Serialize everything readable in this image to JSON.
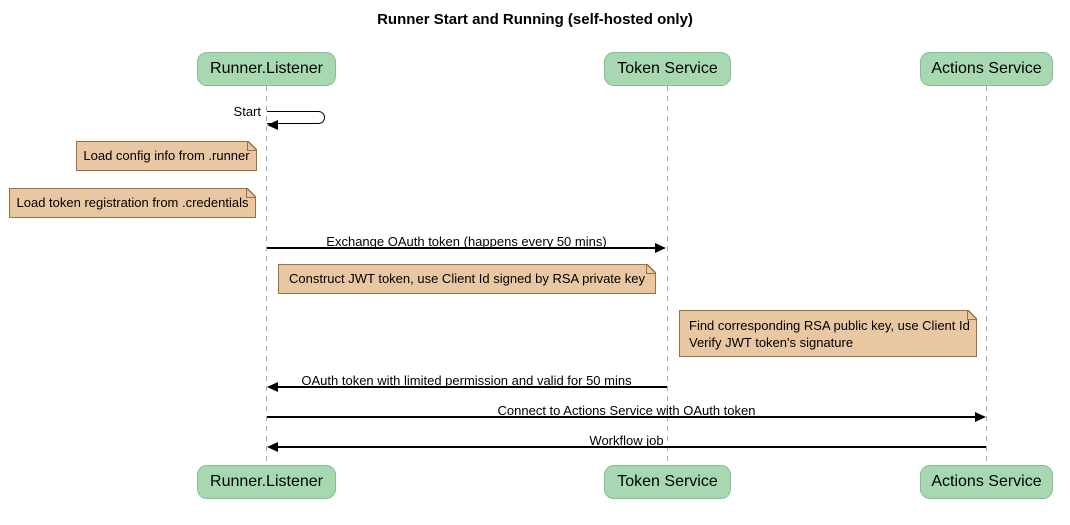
{
  "title": "Runner Start and Running (self-hosted only)",
  "participants": [
    {
      "label": "Runner.Listener"
    },
    {
      "label": "Token Service"
    },
    {
      "label": "Actions Service"
    }
  ],
  "self_message": {
    "label": "Start",
    "on": "Runner.Listener"
  },
  "messages": [
    {
      "label": "Exchange OAuth token (happens every 50 mins)",
      "from": "Runner.Listener",
      "to": "Token Service",
      "direction": "right"
    },
    {
      "label": "OAuth token with limited permission and valid for 50 mins",
      "from": "Token Service",
      "to": "Runner.Listener",
      "direction": "left"
    },
    {
      "label": "Connect to Actions Service with OAuth token",
      "from": "Runner.Listener",
      "to": "Actions Service",
      "direction": "right"
    },
    {
      "label": "Workflow job",
      "from": "Actions Service",
      "to": "Runner.Listener",
      "direction": "left"
    }
  ],
  "notes": [
    {
      "text": "Load config info from .runner",
      "near": "Runner.Listener"
    },
    {
      "text": "Load token registration from .credentials",
      "near": "Runner.Listener"
    },
    {
      "text": "Construct JWT token, use Client Id signed by RSA private key",
      "near": "Token Service"
    },
    {
      "lines": [
        "Find corresponding RSA public key, use Client Id",
        "Verify JWT token's signature"
      ],
      "near": "Actions Service"
    }
  ],
  "colors": {
    "participant_fill": "#A8D8B2",
    "participant_border": "#84BD90",
    "note_fill": "#E9C7A3",
    "note_border": "#9B7141",
    "lifeline": "#AAAAAA",
    "arrow": "#000000"
  }
}
